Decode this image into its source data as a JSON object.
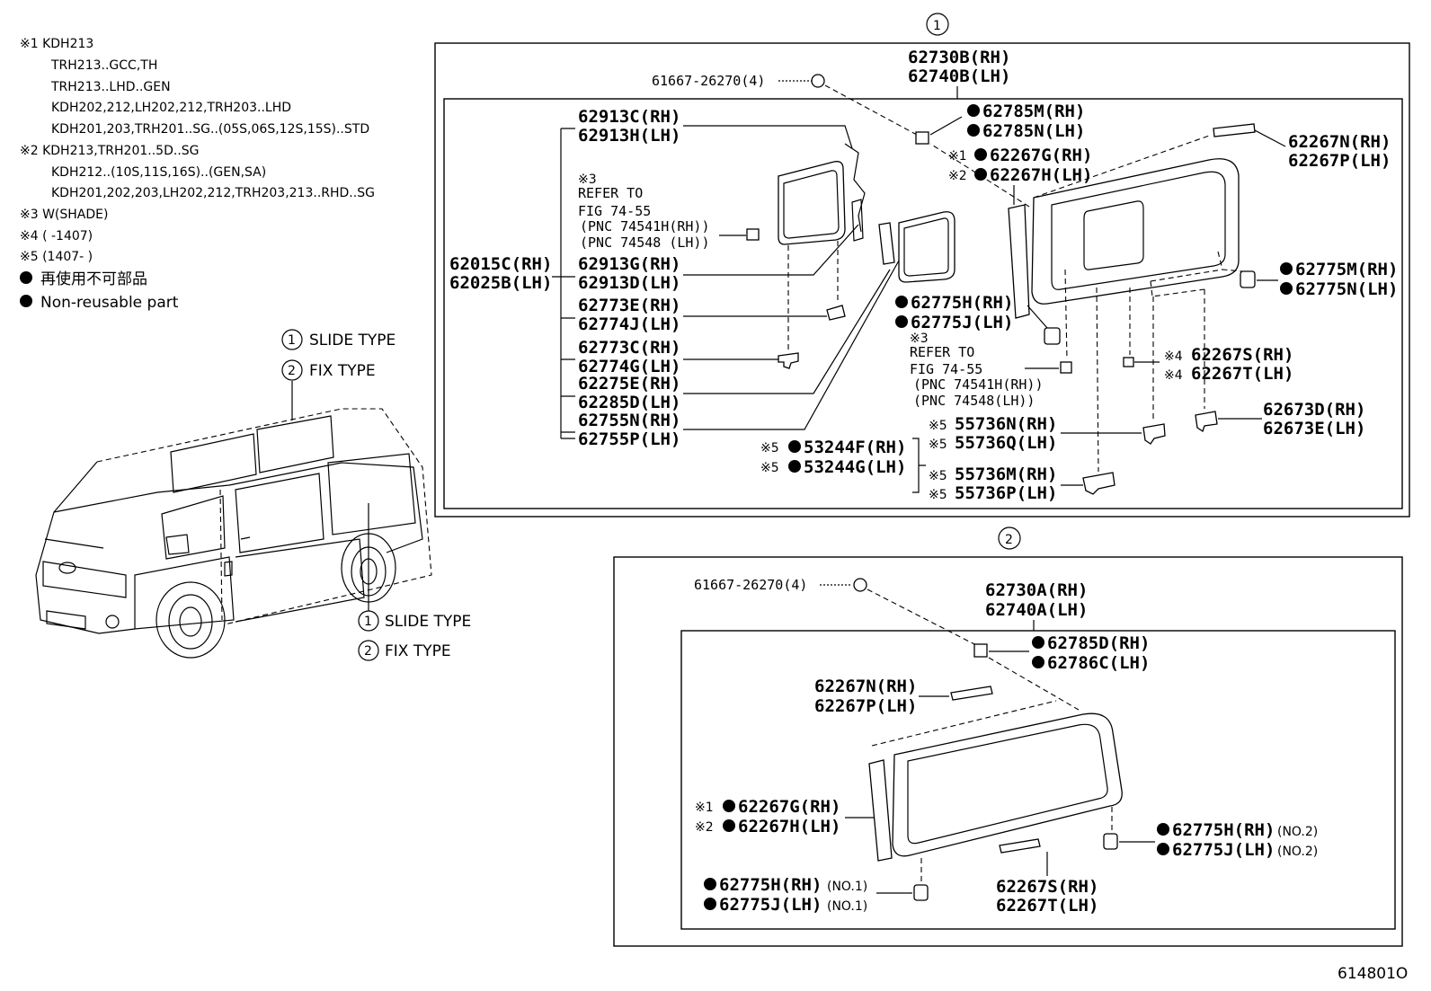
{
  "notes": {
    "n1": [
      "※1 KDH213",
      "TRH213..GCC,TH",
      "TRH213..LHD..GEN",
      "KDH202,212,LH202,212,TRH203..LHD",
      "KDH201,203,TRH201..SG..(05S,06S,12S,15S)..STD"
    ],
    "n2": [
      "※2 KDH213,TRH201..5D..SG",
      "KDH212..(10S,11S,16S)..(GEN,SA)",
      "KDH201,202,203,LH202,212,TRH203,213..RHD..SG"
    ],
    "n3": "※3 W(SHADE)",
    "n4": "※4 (       -1407)",
    "n5": "※5 (1407-       )",
    "nonreusable_jp": "再使用不可部品",
    "nonreusable_en": "Non-reusable part"
  },
  "legend": {
    "slide": "SLIDE TYPE",
    "fix": "FIX TYPE",
    "num1": "1",
    "num2": "2"
  },
  "diagram1": {
    "num": "1",
    "clip": "61667-26270(4)",
    "assy_rh": "62730B(RH)",
    "assy_lh": "62740B(LH)",
    "p62785m": "62785M(RH)",
    "p62785n": "62785N(LH)",
    "n1": "※1",
    "n2": "※2",
    "p62267g": "62267G(RH)",
    "p62267h": "62267H(LH)",
    "p62267n": "62267N(RH)",
    "p62267p": "62267P(LH)",
    "p62913c": "62913C(RH)",
    "p62913h": "62913H(LH)",
    "ref_n3": "※3",
    "refer_to": "REFER TO",
    "fig": "FIG 74-55",
    "pnc_rh": "(PNC 74541H(RH))",
    "pnc_lh": "(PNC 74548 (LH))",
    "p62015c": "62015C(RH)",
    "p62025b": "62025B(LH)",
    "p62913g": "62913G(RH)",
    "p62913d": "62913D(LH)",
    "p62773e": "62773E(RH)",
    "p62774j": "62774J(LH)",
    "p62773c": "62773C(RH)",
    "p62774g": "62774G(LH)",
    "p62275e": "62275E(RH)",
    "p62285d": "62285D(LH)",
    "p62755n": "62755N(RH)",
    "p62755p": "62755P(LH)",
    "p62775h": "62775H(RH)",
    "p62775j": "62775J(LH)",
    "p62775m": "62775M(RH)",
    "p62775n": "62775N(LH)",
    "ref2_n3": "※3",
    "refer2_to": "REFER TO",
    "fig2": "FIG 74-55",
    "pnc2_rh": "(PNC 74541H(RH))",
    "pnc2_lh": "(PNC 74548(LH))",
    "n4a": "※4",
    "n4b": "※4",
    "p62267s": "62267S(RH)",
    "p62267t": "62267T(LH)",
    "p62673d": "62673D(RH)",
    "p62673e": "62673E(LH)",
    "n5a": "※5",
    "n5b": "※5",
    "n5c": "※5",
    "n5d": "※5",
    "n5e": "※5",
    "n5f": "※5",
    "p55736n": "55736N(RH)",
    "p55736q": "55736Q(LH)",
    "p53244f": "53244F(RH)",
    "p53244g": "53244G(LH)",
    "p55736m": "55736M(RH)",
    "p55736p": "55736P(LH)"
  },
  "diagram2": {
    "num": "2",
    "clip": "61667-26270(4)",
    "assy_rh": "62730A(RH)",
    "assy_lh": "62740A(LH)",
    "p62785d": "62785D(RH)",
    "p62786c": "62786C(LH)",
    "p62267n": "62267N(RH)",
    "p62267p": "62267P(LH)",
    "n1": "※1",
    "n2": "※2",
    "p62267g": "62267G(RH)",
    "p62267h": "62267H(LH)",
    "p62775h2": "62775H(RH)",
    "p62775j2": "62775J(LH)",
    "no2a": "(NO.2)",
    "no2b": "(NO.2)",
    "p62775h1": "62775H(RH)",
    "p62775j1": "62775J(LH)",
    "no1a": "(NO.1)",
    "no1b": "(NO.1)",
    "p62267s": "62267S(RH)",
    "p62267t": "62267T(LH)"
  },
  "figure_id": "614801O"
}
